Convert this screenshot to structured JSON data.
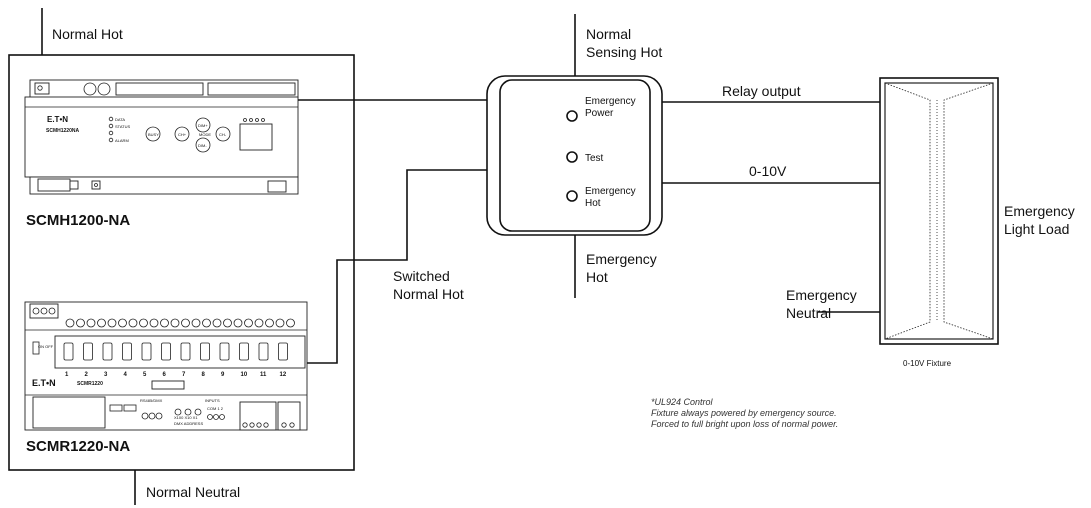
{
  "labels": {
    "normal_hot": "Normal Hot",
    "normal_neutral": "Normal Neutral",
    "normal_sensing_hot_line1": "Normal",
    "normal_sensing_hot_line2": "Sensing Hot",
    "emergency_hot_line1": "Emergency",
    "emergency_hot_line2": "Hot",
    "switched_normal_hot_line1": "Switched",
    "switched_normal_hot_line2": "Normal Hot",
    "relay_output": "Relay output",
    "zero_ten_v": "0-10V",
    "emergency_neutral_line1": "Emergency",
    "emergency_neutral_line2": "Neutral",
    "emergency_light_load_line1": "Emergency",
    "emergency_light_load_line2": "Light Load",
    "fixture_caption": "0-10V Fixture"
  },
  "devices": {
    "scmh_name": "SCMH1200-NA",
    "scmr_name": "SCMR1220-NA"
  },
  "scmh": {
    "brand": "E.T•N",
    "model": "SCMH1220NA",
    "indicators": [
      "DATA",
      "STATUS",
      "",
      "ALARM"
    ],
    "buttons": [
      "BUSY",
      "CH+",
      "DIM+",
      "MODE",
      "DIM-",
      "CH-"
    ]
  },
  "scmr": {
    "brand": "E.T•N",
    "model": "SCMR1220",
    "switch_label": "ON OFF",
    "channels": [
      "1",
      "2",
      "3",
      "4",
      "5",
      "6",
      "7",
      "8",
      "9",
      "10",
      "11",
      "12"
    ],
    "rs485": "RS485/DMX",
    "inputs": "INPUTS",
    "dmx_address": "DMX ADDRESS",
    "dial_labels": "X100 X10 X1",
    "input_labels": "COM 1 2"
  },
  "relay_panel": {
    "indicators": [
      {
        "line1": "Emergency",
        "line2": "Power"
      },
      {
        "line1": "Test",
        "line2": ""
      },
      {
        "line1": "Emergency",
        "line2": "Hot"
      }
    ]
  },
  "notes": [
    "*UL924 Control",
    "Fixture always powered by emergency source.",
    "Forced to full bright upon loss of normal power."
  ]
}
